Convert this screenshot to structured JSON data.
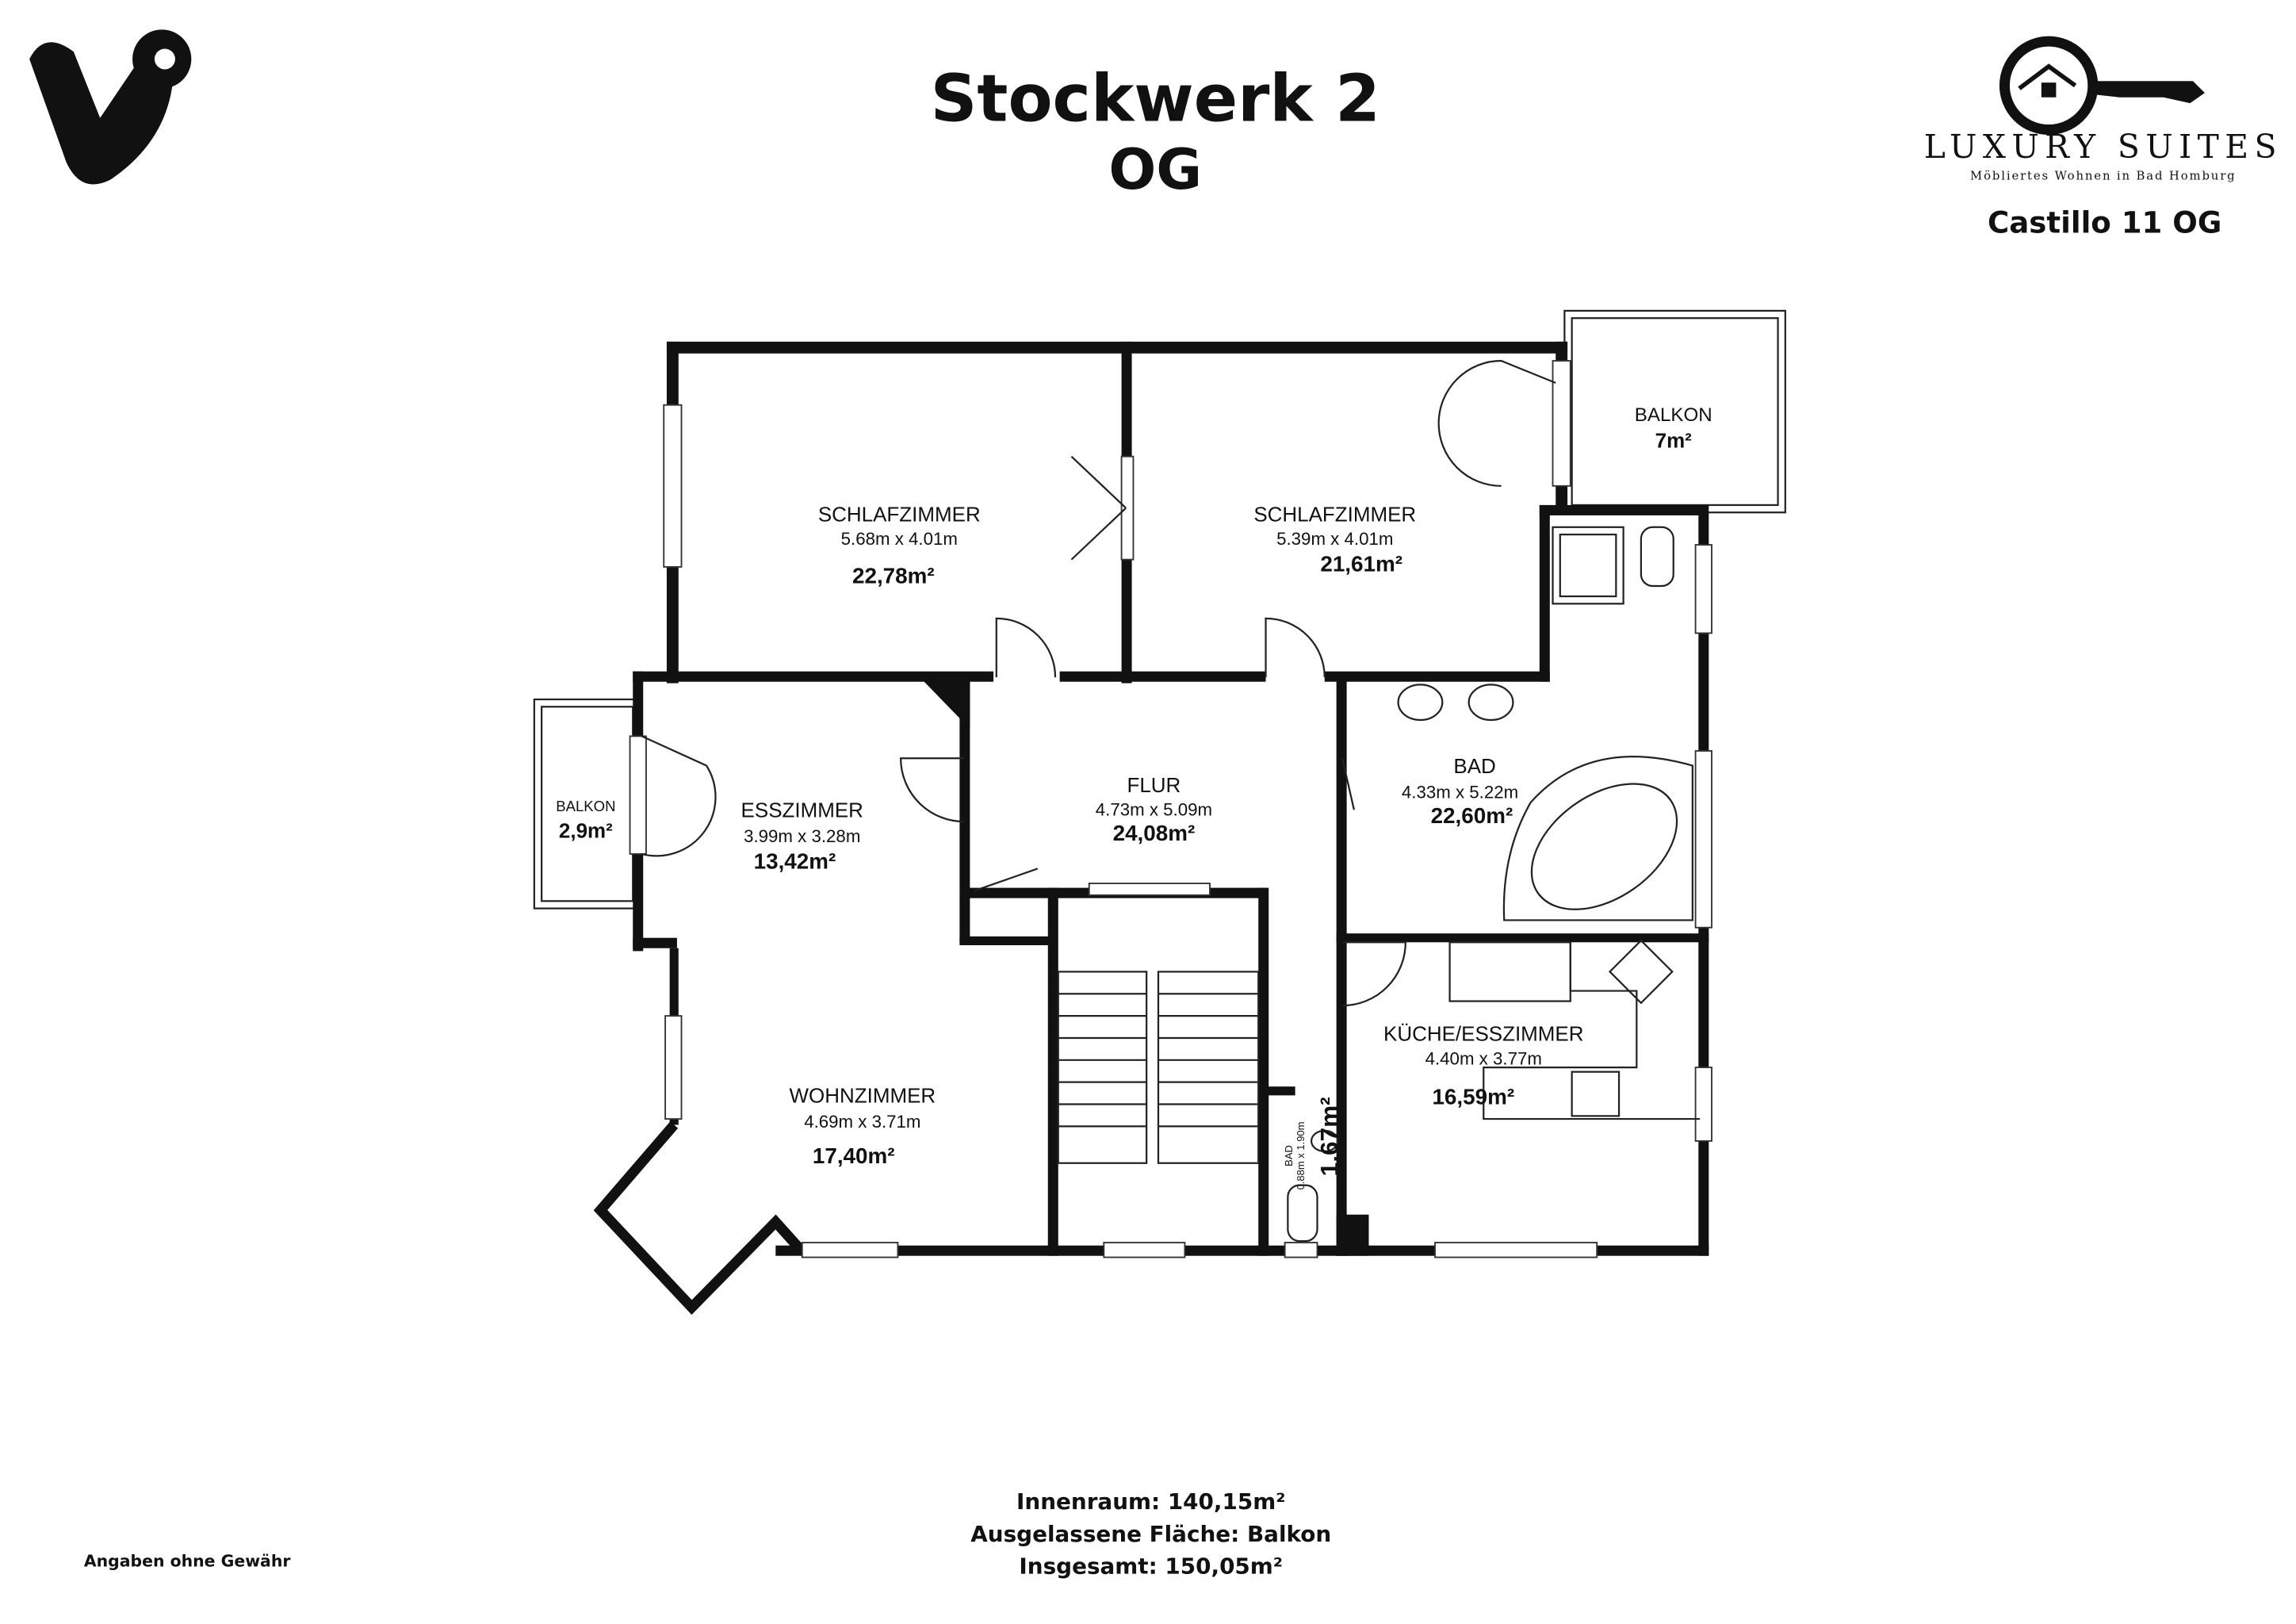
{
  "header": {
    "title": "Stockwerk 2",
    "subtitle": "OG"
  },
  "brand": {
    "name": "LUXURY SUITES",
    "tagline": "Möbliertes Wohnen in Bad Homburg",
    "property": "Castillo 11 OG"
  },
  "rooms": {
    "schlafzimmer1": {
      "name": "SCHLAFZIMMER",
      "dims": "5.68m x 4.01m",
      "area": "22,78m²"
    },
    "schlafzimmer2": {
      "name": "SCHLAFZIMMER",
      "dims": "5.39m x 4.01m",
      "area": "21,61m²"
    },
    "balkon1": {
      "name": "BALKON",
      "area": "7m²"
    },
    "balkon2": {
      "name": "BALKON",
      "area": "2,9m²"
    },
    "esszimmer": {
      "name": "ESSZIMMER",
      "dims": "3.99m x 3.28m",
      "area": "13,42m²"
    },
    "flur": {
      "name": "FLUR",
      "dims": "4.73m x 5.09m",
      "area": "24,08m²"
    },
    "bad": {
      "name": "BAD",
      "dims": "4.33m x 5.22m",
      "area": "22,60m²"
    },
    "wohnzimmer": {
      "name": "WOHNZIMMER",
      "dims": "4.69m x 3.71m",
      "area": "17,40m²"
    },
    "kueche": {
      "name": "KÜCHE/ESSZIMMER",
      "dims": "4.40m x 3.77m",
      "area": "16,59m²"
    },
    "bad_klein": {
      "name": "BAD",
      "dims": "0.88m x 1.90m",
      "area": "1,67m²"
    }
  },
  "summary": {
    "interior": "Innenraum: 140,15m²",
    "excluded": "Ausgelassene Fläche: Balkon",
    "total": "Insgesamt: 150,05m²"
  },
  "disclaimer": "Angaben ohne Gewähr"
}
